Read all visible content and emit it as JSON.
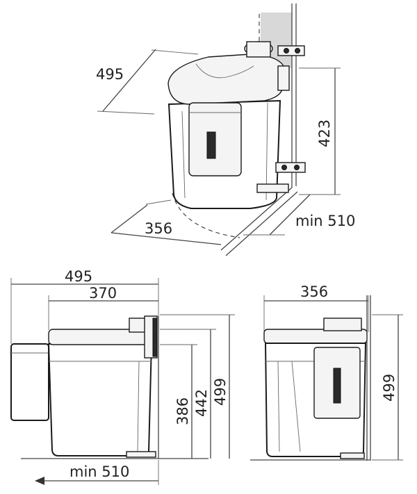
{
  "perspective_view": {
    "depth": "495",
    "height": "423",
    "width": "356",
    "cabinet_min": "min 510"
  },
  "side_view": {
    "overall_depth": "495",
    "body_depth": "370",
    "height_a": "386",
    "height_b": "442",
    "height_c": "499",
    "cabinet_min": "min 510"
  },
  "front_view": {
    "width": "356",
    "height": "499"
  }
}
